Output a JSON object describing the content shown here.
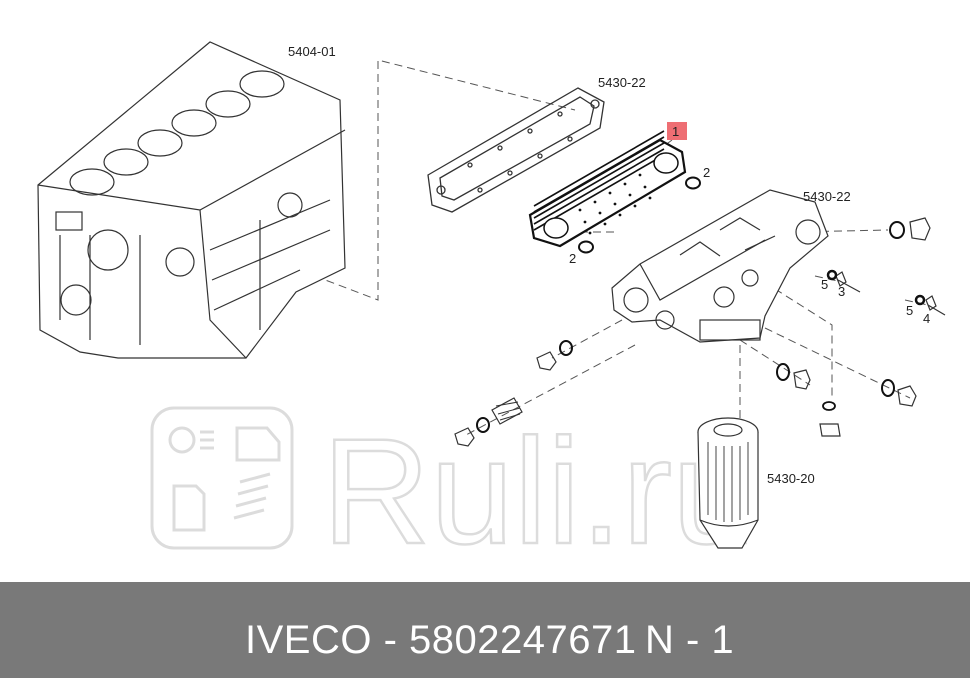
{
  "diagram": {
    "callouts": {
      "c_5404_01": "5404-01",
      "c_5430_22_top": "5430-22",
      "c_5430_22_right": "5430-22",
      "c_5430_20": "5430-20",
      "c_item1": "1",
      "c_item2a": "2",
      "c_item2b": "2",
      "c_item3": "3",
      "c_item4": "4",
      "c_item5a": "5",
      "c_item5b": "5"
    },
    "highlight_color": "#ee6e73",
    "watermark": {
      "text": "Ruli.ru"
    }
  },
  "footer": {
    "part_text": "IVECO - 5802247671",
    "qty_text": "N - 1"
  }
}
